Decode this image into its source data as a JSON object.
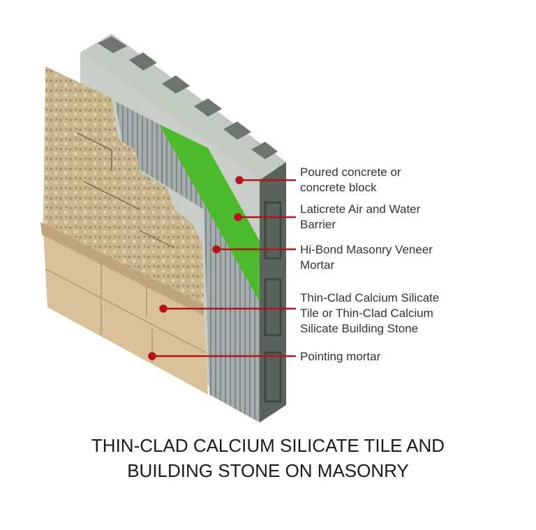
{
  "labels": [
    "Poured concrete or\nconcrete block",
    "Laticrete Air and Water\nBarrier",
    "Hi-Bond Masonry Veneer\nMortar",
    "Thin-Clad Calcium Silicate\nTile or Thin-Clad Calcium\nSilicate Building Stone",
    "Pointing mortar"
  ],
  "title": {
    "line1": "THIN-CLAD CALCIUM SILICATE TILE AND",
    "line2": "BUILDING STONE ON MASONRY"
  },
  "colors": {
    "leader": "#b5121b",
    "barrier": "#4cba2c",
    "concrete": "#c9cfc8",
    "block_side": "#5a625c",
    "mortar": "#9aa3a1",
    "stone": "#c8b48c",
    "tile": "#d9c19a"
  }
}
